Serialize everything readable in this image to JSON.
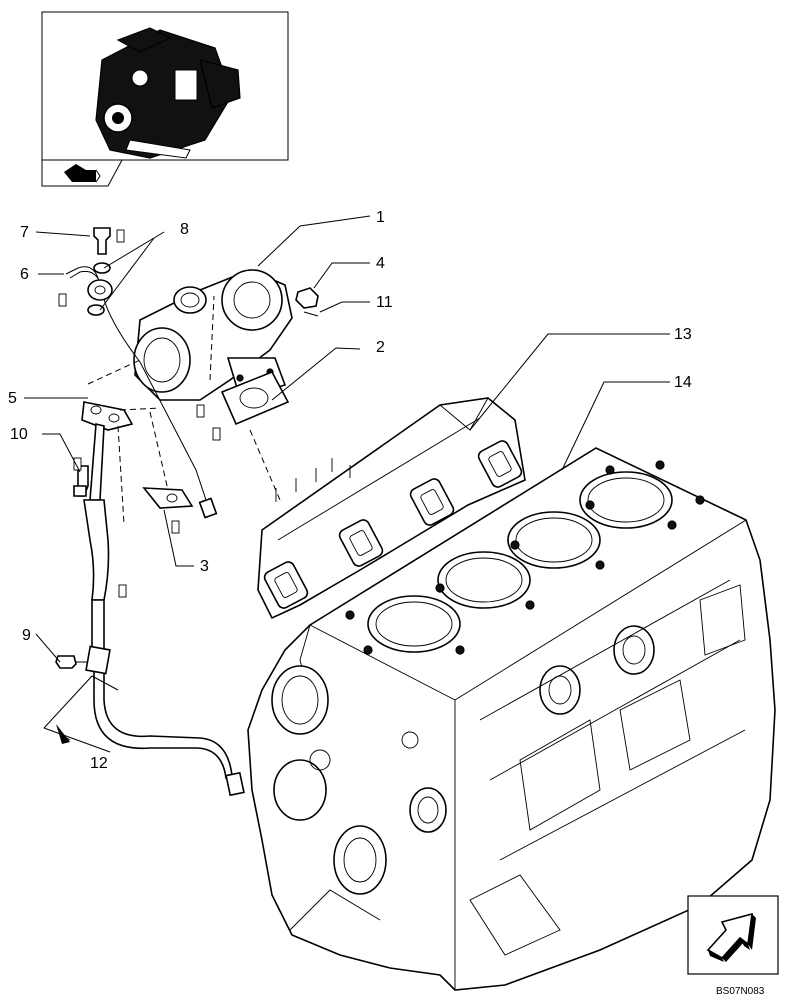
{
  "callouts": {
    "c1": "1",
    "c2": "2",
    "c3": "3",
    "c4": "4",
    "c5": "5",
    "c6": "6",
    "c7": "7",
    "c8": "8",
    "c9": "9",
    "c10": "10",
    "c11": "11",
    "c12": "12",
    "c13": "13",
    "c14": "14"
  },
  "drawing_code": "BS07N083",
  "icons": {
    "inset": "engine-thumbnail-icon",
    "inset_pointer": "arrow-pointer-icon",
    "nav": "next-page-arrow-icon"
  }
}
